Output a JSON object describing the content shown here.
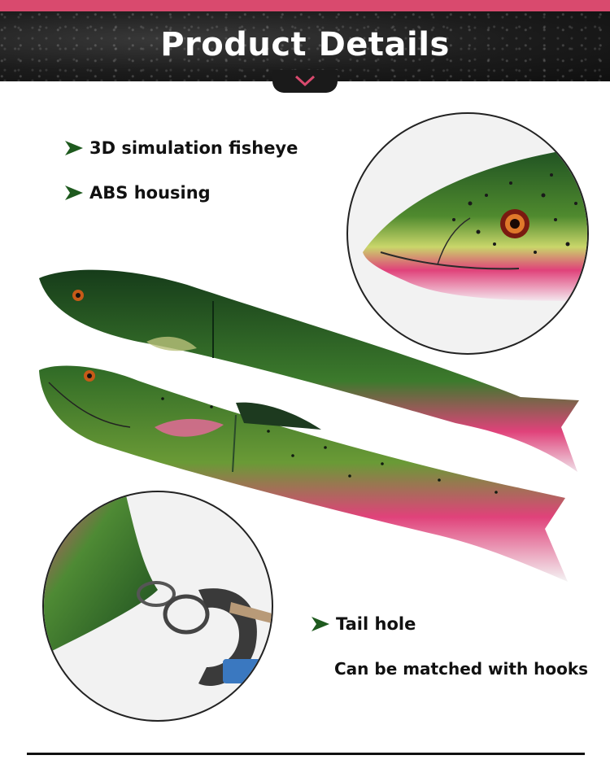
{
  "header": {
    "title": "Product Details",
    "accent_color": "#d94a6e"
  },
  "features": [
    {
      "label": "3D simulation fisheye"
    },
    {
      "label": "ABS housing"
    },
    {
      "label": "Tail hole"
    }
  ],
  "tail_note": "Can be matched with hooks",
  "colors": {
    "arrow": "#1e5a1e",
    "fish_green": "#1f5a2a",
    "fish_pink": "#e0427a"
  },
  "icons": [
    "chevron-down-icon",
    "arrow-right-icon"
  ]
}
